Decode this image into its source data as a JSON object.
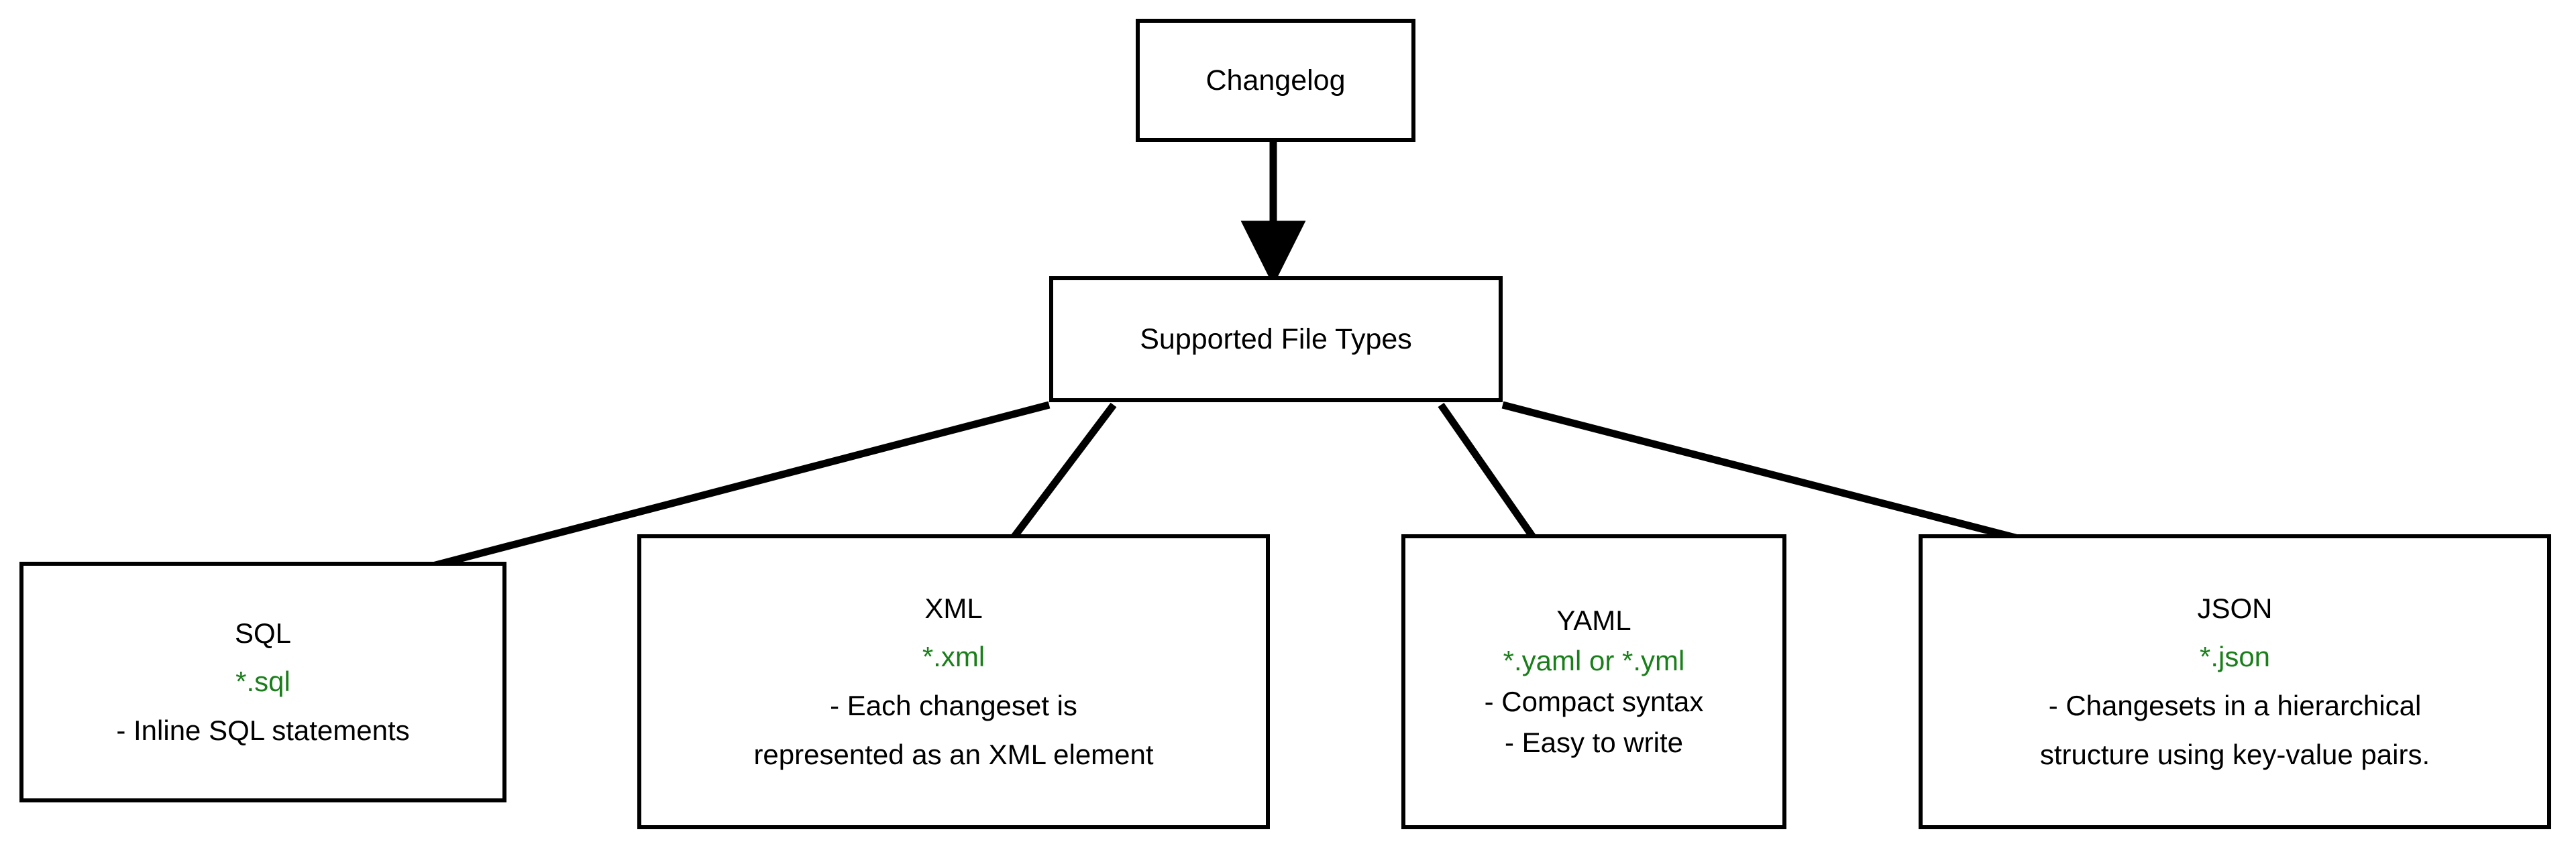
{
  "diagram": {
    "title": "Changelog Supported File Types",
    "accent_green": "#1a7f1a",
    "line_color": "#000000",
    "background": "#ffffff"
  },
  "nodes": {
    "changelog": {
      "label": "Changelog"
    },
    "supported": {
      "label": "Supported File Types"
    },
    "sql": {
      "title": "SQL",
      "extension": "*.sql",
      "detail_1": "- Inline SQL statements"
    },
    "xml": {
      "title": "XML",
      "extension": "*.xml",
      "detail_1": "- Each changeset is",
      "detail_2": "represented as an XML element"
    },
    "yaml": {
      "title": "YAML",
      "extension": "*.yaml or *.yml",
      "detail_1": "- Compact syntax",
      "detail_2": "- Easy to write"
    },
    "json": {
      "title": "JSON",
      "extension": "*.json",
      "detail_1": "- Changesets in a hierarchical",
      "detail_2": "structure using key-value pairs."
    }
  },
  "edges": [
    {
      "from": "changelog",
      "to": "supported"
    },
    {
      "from": "supported",
      "to": "sql"
    },
    {
      "from": "supported",
      "to": "xml"
    },
    {
      "from": "supported",
      "to": "yaml"
    },
    {
      "from": "supported",
      "to": "json"
    }
  ]
}
